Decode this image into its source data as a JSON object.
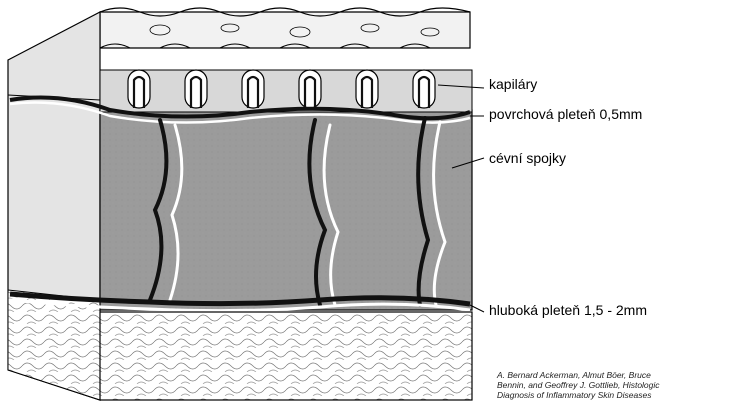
{
  "labels": {
    "capillaries": "kapiláry",
    "superficial_plexus": "povrchová pleteň 0,5mm",
    "vascular_connections": "cévní spojky",
    "deep_plexus": "hluboká pleteň 1,5 - 2mm"
  },
  "credit_lines": [
    "A. Bernard Ackerman, Almut Böer, Bruce",
    "Bennin, and Geoffrey J. Gottlieb, Histologic",
    "Diagnosis of Inflammatory Skin Diseases"
  ],
  "colors": {
    "dermis": "#9b9b9b",
    "side_face": "#e4e4e4",
    "vessel_dark": "#111111",
    "vessel_light": "#ffffff",
    "fat": "#ffffff"
  }
}
